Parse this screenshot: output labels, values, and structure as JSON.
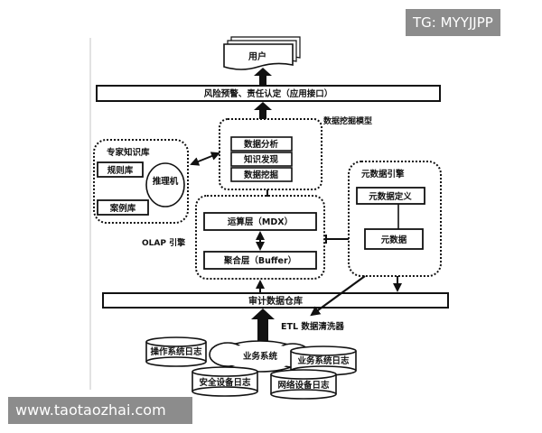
{
  "diagram": {
    "user": "用户",
    "api_bar": "风险预警、责任认定（应用接口）",
    "data_mining_model": "数据挖掘模型",
    "mining_items": [
      "数据分析",
      "知识发现",
      "数据挖掘"
    ],
    "expert_kb": {
      "title": "专家知识库",
      "rules": "规则库",
      "inference": "推理机",
      "cases": "案例库"
    },
    "olap_engine": "OLAP 引擎",
    "compute_layer": "运算层（MDX）",
    "aggregate_layer": "聚合层（Buffer）",
    "metadata_engine": {
      "title": "元数据引擎",
      "definition": "元数据定义",
      "metadata": "元数据"
    },
    "warehouse": "审计数据仓库",
    "etl": "ETL 数据清洗器",
    "sources": {
      "os_log": "操作系统日志",
      "business_system": "业务系统",
      "business_log": "业务系统日志",
      "security_log": "安全设备日志",
      "network_log": "网络设备日志"
    }
  },
  "watermarks": {
    "top": "TG: MYYJJPP",
    "bottom": "www.taotaozhai.com"
  }
}
